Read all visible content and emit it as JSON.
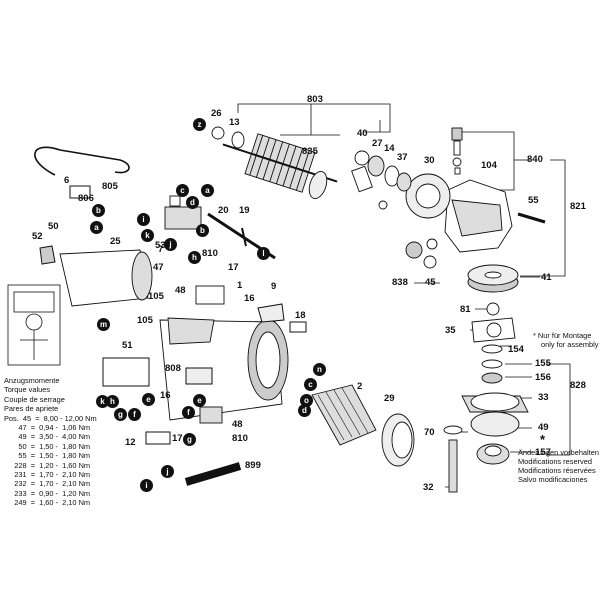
{
  "labels": {
    "p803": "803",
    "p26": "26",
    "p13": "13",
    "p835": "835",
    "p40": "40",
    "p27": "27",
    "p14": "14",
    "p37": "37",
    "p30": "30",
    "p840": "840",
    "p104": "104",
    "p55": "55",
    "p821": "821",
    "p6": "6",
    "p805": "805",
    "p806": "806",
    "p20": "20",
    "p19": "19",
    "p50": "50",
    "p52": "52",
    "p25": "25",
    "p53": "53",
    "p7": "7",
    "p47": "47",
    "p810a": "810",
    "p17a": "17",
    "p9": "9",
    "p1": "1",
    "p48a": "48",
    "p16a": "16",
    "p105a": "105",
    "p105b": "105",
    "p18": "18",
    "p838": "838",
    "p45": "45",
    "p41": "41",
    "p81": "81",
    "p35": "35",
    "p154": "154",
    "p51": "51",
    "p808": "808",
    "p2": "2",
    "p29": "29",
    "p155": "155",
    "p156": "156",
    "p828": "828",
    "p33": "33",
    "p49": "49",
    "p157": "157",
    "p70": "70",
    "p32": "32",
    "p16b": "16",
    "p48b": "48",
    "p810b": "810",
    "p12": "12",
    "p17b": "17",
    "p899": "899",
    "star": "*"
  },
  "dots": {
    "z": "z",
    "b": "b",
    "a": "a",
    "c": "c",
    "d": "d",
    "e": "e",
    "f": "f",
    "g": "g",
    "h": "h",
    "i": "i",
    "j": "j",
    "k": "k",
    "l": "l",
    "m": "m",
    "n": "n",
    "o": "o"
  },
  "torque": {
    "title_de": "Anzugsmomente",
    "title_en": "Torque values",
    "title_fr": "Couple de serrage",
    "title_es": "Pares de apriete",
    "rows": [
      "Pos.  45  =  8,00 - 12,00 Nm",
      "       47  =  0,94 -  1,06 Nm",
      "       49  =  3,50 -  4,00 Nm",
      "       50  =  1,50 -  1,80 Nm",
      "       55  =  1,50 -  1,80 Nm",
      "     228  =  1,20 -  1,60 Nm",
      "     231  =  1,70 -  2,10 Nm",
      "     232  =  1,70 -  2,10 Nm",
      "     233  =  0,90 -  1,20 Nm",
      "     249  =  1,60 -  2,10 Nm"
    ]
  },
  "notes": {
    "assembly_star": "* Nur für Montage",
    "assembly_line2": "only for assembly",
    "mod_de": "Änderungen vorbehalten",
    "mod_en": "Modifications reserved",
    "mod_fr": "Modifications réservées",
    "mod_es": "Salvo modificaciones"
  },
  "colors": {
    "ink": "#111111",
    "part_fill": "#ffffff",
    "shade": "#c8c8c8",
    "dark": "#3a3a3a"
  }
}
